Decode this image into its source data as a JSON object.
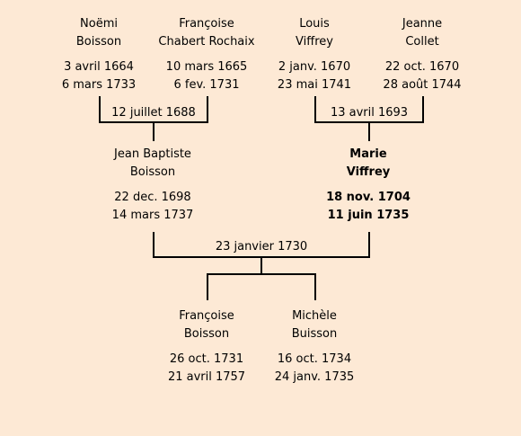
{
  "people": {
    "noemi": {
      "first": "Noëmi",
      "last": "Boisson",
      "birth": "3 avril 1664",
      "death": "6 mars 1733"
    },
    "francoise_chabert": {
      "first": "Françoise",
      "last": "Chabert Rochaix",
      "birth": "10 mars 1665",
      "death": "6 fev. 1731"
    },
    "louis": {
      "first": "Louis",
      "last": "Viffrey",
      "birth": "2 janv. 1670",
      "death": "23 mai 1741"
    },
    "jeanne": {
      "first": "Jeanne",
      "last": "Collet",
      "birth": "22 oct. 1670",
      "death": "28 août 1744"
    },
    "jean_baptiste": {
      "first": "Jean Baptiste",
      "last": "Boisson",
      "birth": "22 dec. 1698",
      "death": "14 mars 1737"
    },
    "marie": {
      "first": "Marie",
      "last": "Viffrey",
      "birth": "18 nov. 1704",
      "death": "11 juin 1735"
    },
    "francoise_boisson": {
      "first": "Françoise",
      "last": "Boisson",
      "birth": "26 oct. 1731",
      "death": "21 avril 1757"
    },
    "michele": {
      "first": "Michèle",
      "last": "Buisson",
      "birth": "16 oct. 1734",
      "death": "24 janv. 1735"
    }
  },
  "marriages": {
    "left_grandparents": "12 juillet 1688",
    "right_grandparents": "13 avril 1693",
    "parents": "23 janvier 1730"
  },
  "colors": {
    "background": "#fde9d5",
    "line": "#000000"
  }
}
